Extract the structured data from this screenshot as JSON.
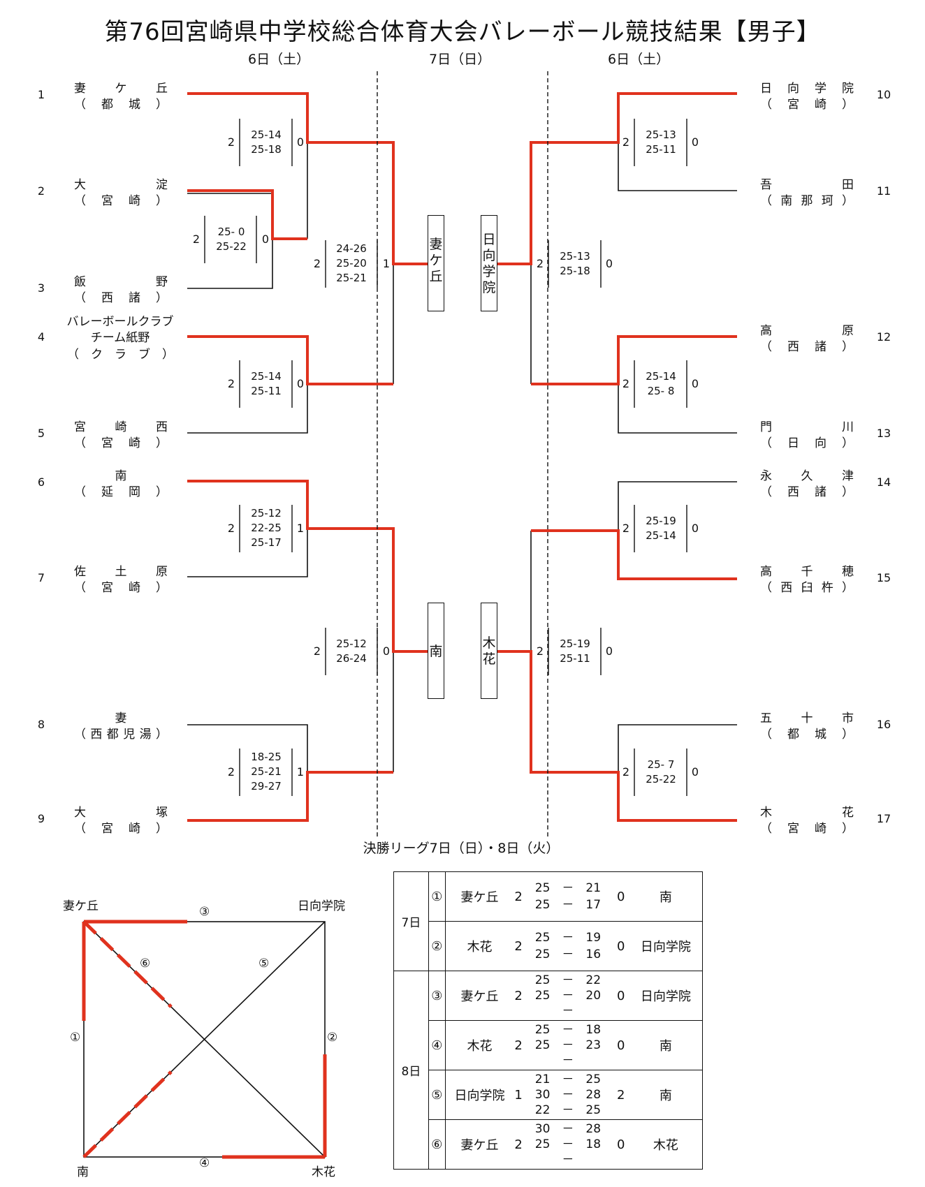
{
  "title": "第76回宮崎県中学校総合体育大会バレーボール競技結果【男子】",
  "days": {
    "left": "6日（土）",
    "center": "7日（日）",
    "right": "6日（土）"
  },
  "left_teams": [
    {
      "seed": "1",
      "name": "妻　ケ　丘",
      "area": "（　都　城　）"
    },
    {
      "seed": "2",
      "name": "大　　淀",
      "area": "（　宮　崎　）"
    },
    {
      "seed": "3",
      "name": "飯　　野",
      "area": "（　西　諸　）"
    },
    {
      "seed": "4",
      "name": "バレーボールクラブ",
      "name2": "チーム紙野",
      "area": "（　ク　ラ　ブ　）"
    },
    {
      "seed": "5",
      "name": "宮　崎　西",
      "area": "（　宮　崎　）"
    },
    {
      "seed": "6",
      "name": "南",
      "area": "（　延　岡　）"
    },
    {
      "seed": "7",
      "name": "佐　土　原",
      "area": "（　宮　崎　）"
    },
    {
      "seed": "8",
      "name": "妻",
      "area": "（西都児湯）"
    },
    {
      "seed": "9",
      "name": "大　　塚",
      "area": "（　宮　崎　）"
    }
  ],
  "right_teams": [
    {
      "seed": "10",
      "name": "日向学院",
      "area": "（　宮　崎　）"
    },
    {
      "seed": "11",
      "name": "吾　　田",
      "area": "（南那珂）"
    },
    {
      "seed": "12",
      "name": "高　　原",
      "area": "（　西　諸　）"
    },
    {
      "seed": "13",
      "name": "門　　川",
      "area": "（　日　向　）"
    },
    {
      "seed": "14",
      "name": "永　久　津",
      "area": "（　西　諸　）"
    },
    {
      "seed": "15",
      "name": "高　千　穂",
      "area": "（西臼杵）"
    },
    {
      "seed": "16",
      "name": "五　十　市",
      "area": "（　都　城　）"
    },
    {
      "seed": "17",
      "name": "木　　花",
      "area": "（　宮　崎　）"
    }
  ],
  "matches": [
    {
      "id": "m1",
      "w": "2",
      "sets": [
        "25-14",
        "25-18"
      ],
      "l": "0"
    },
    {
      "id": "m2",
      "w": "2",
      "sets": [
        "25- 0",
        "25-22"
      ],
      "l": "0"
    },
    {
      "id": "m3",
      "w": "2",
      "sets": [
        "25-14",
        "25-11"
      ],
      "l": "0"
    },
    {
      "id": "m4",
      "w": "2",
      "sets": [
        "24-26",
        "25-20",
        "25-21"
      ],
      "l": "1"
    },
    {
      "id": "m5",
      "w": "2",
      "sets": [
        "25-12",
        "22-25",
        "25-17"
      ],
      "l": "1"
    },
    {
      "id": "m6",
      "w": "2",
      "sets": [
        "18-25",
        "25-21",
        "29-27"
      ],
      "l": "1"
    },
    {
      "id": "m7",
      "w": "2",
      "sets": [
        "25-12",
        "26-24"
      ],
      "l": "0"
    },
    {
      "id": "m8",
      "w": "2",
      "sets": [
        "25-13",
        "25-11"
      ],
      "l": "0"
    },
    {
      "id": "m9",
      "w": "2",
      "sets": [
        "25-14",
        "25- 8"
      ],
      "l": "0"
    },
    {
      "id": "m10",
      "w": "2",
      "sets": [
        "25-13",
        "25-18"
      ],
      "l": "0"
    },
    {
      "id": "m11",
      "w": "2",
      "sets": [
        "25-19",
        "25-14"
      ],
      "l": "0"
    },
    {
      "id": "m12",
      "w": "2",
      "sets": [
        "25- 7",
        "25-22"
      ],
      "l": "0"
    },
    {
      "id": "m13",
      "w": "2",
      "sets": [
        "25-19",
        "25-11"
      ],
      "l": "0"
    }
  ],
  "winners": {
    "top_left": "妻ケ丘",
    "top_right": "日向学院",
    "bottom_left": "南",
    "bottom_right": "木花"
  },
  "final_league": {
    "title": "決勝リーグ7日（日）・8日（火）",
    "corners": {
      "tl": "妻ケ丘",
      "tr": "日向学院",
      "bl": "南",
      "br": "木花"
    },
    "edge_labels": {
      "e1": "①",
      "e2": "②",
      "e3": "③",
      "e4": "④",
      "e5": "⑤",
      "e6": "⑥"
    },
    "day7": "7日",
    "day8": "8日",
    "rows": [
      {
        "no": "①",
        "a": "妻ケ丘",
        "as": "2",
        "s1": "25　－　21",
        "s2": "25　－　17",
        "s3": "",
        "bs": "0",
        "b": "南"
      },
      {
        "no": "②",
        "a": "木花",
        "as": "2",
        "s1": "25　－　19",
        "s2": "25　－　16",
        "s3": "",
        "bs": "0",
        "b": "日向学院"
      },
      {
        "no": "③",
        "a": "妻ケ丘",
        "as": "2",
        "s1": "25　－　22",
        "s2": "25　－　20",
        "s3": "－",
        "bs": "0",
        "b": "日向学院"
      },
      {
        "no": "④",
        "a": "木花",
        "as": "2",
        "s1": "25　－　18",
        "s2": "25　－　23",
        "s3": "－",
        "bs": "0",
        "b": "南"
      },
      {
        "no": "⑤",
        "a": "日向学院",
        "as": "1",
        "s1": "21　－　25",
        "s2": "30　－　28",
        "s3": "22　－　25",
        "bs": "2",
        "b": "南"
      },
      {
        "no": "⑥",
        "a": "妻ケ丘",
        "as": "2",
        "s1": "30　－　28",
        "s2": "25　－　18",
        "s3": "－",
        "bs": "0",
        "b": "木花"
      }
    ]
  },
  "colors": {
    "win": "#e0321e",
    "line": "#111111"
  }
}
